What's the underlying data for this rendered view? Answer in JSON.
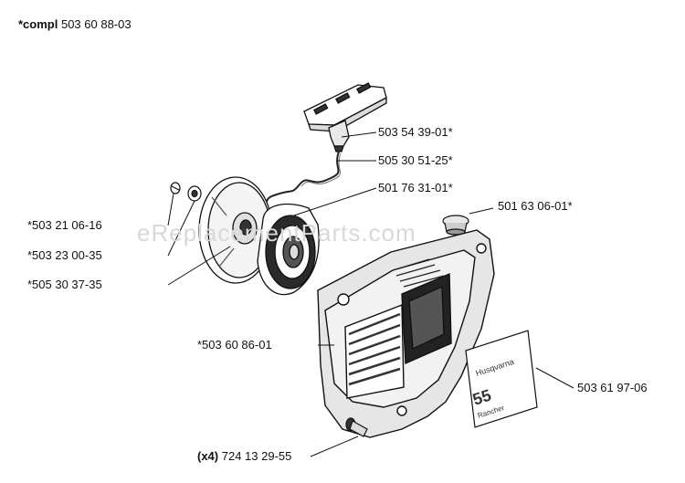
{
  "header": {
    "prefix": "*compl",
    "part_no": "503 60 88-03"
  },
  "watermark": "eReplacementParts.com",
  "parts": {
    "handle": "503 54 39-01*",
    "rope": "505 30 51-25*",
    "pulley": "501 76 31-01*",
    "screw_small": "*503 21 06-16",
    "washer": "*503 23 00-35",
    "spring_pulley": "*505 30 37-35",
    "grommet": "501 63 06-01*",
    "housing": "*503 60 86-01",
    "decal": "503 61 97-06",
    "screws_qty": "(x4)",
    "screws": "724 13 29-55"
  },
  "decal_text": {
    "brand": "Husqvarna",
    "model": "55",
    "name": "Rancher"
  }
}
